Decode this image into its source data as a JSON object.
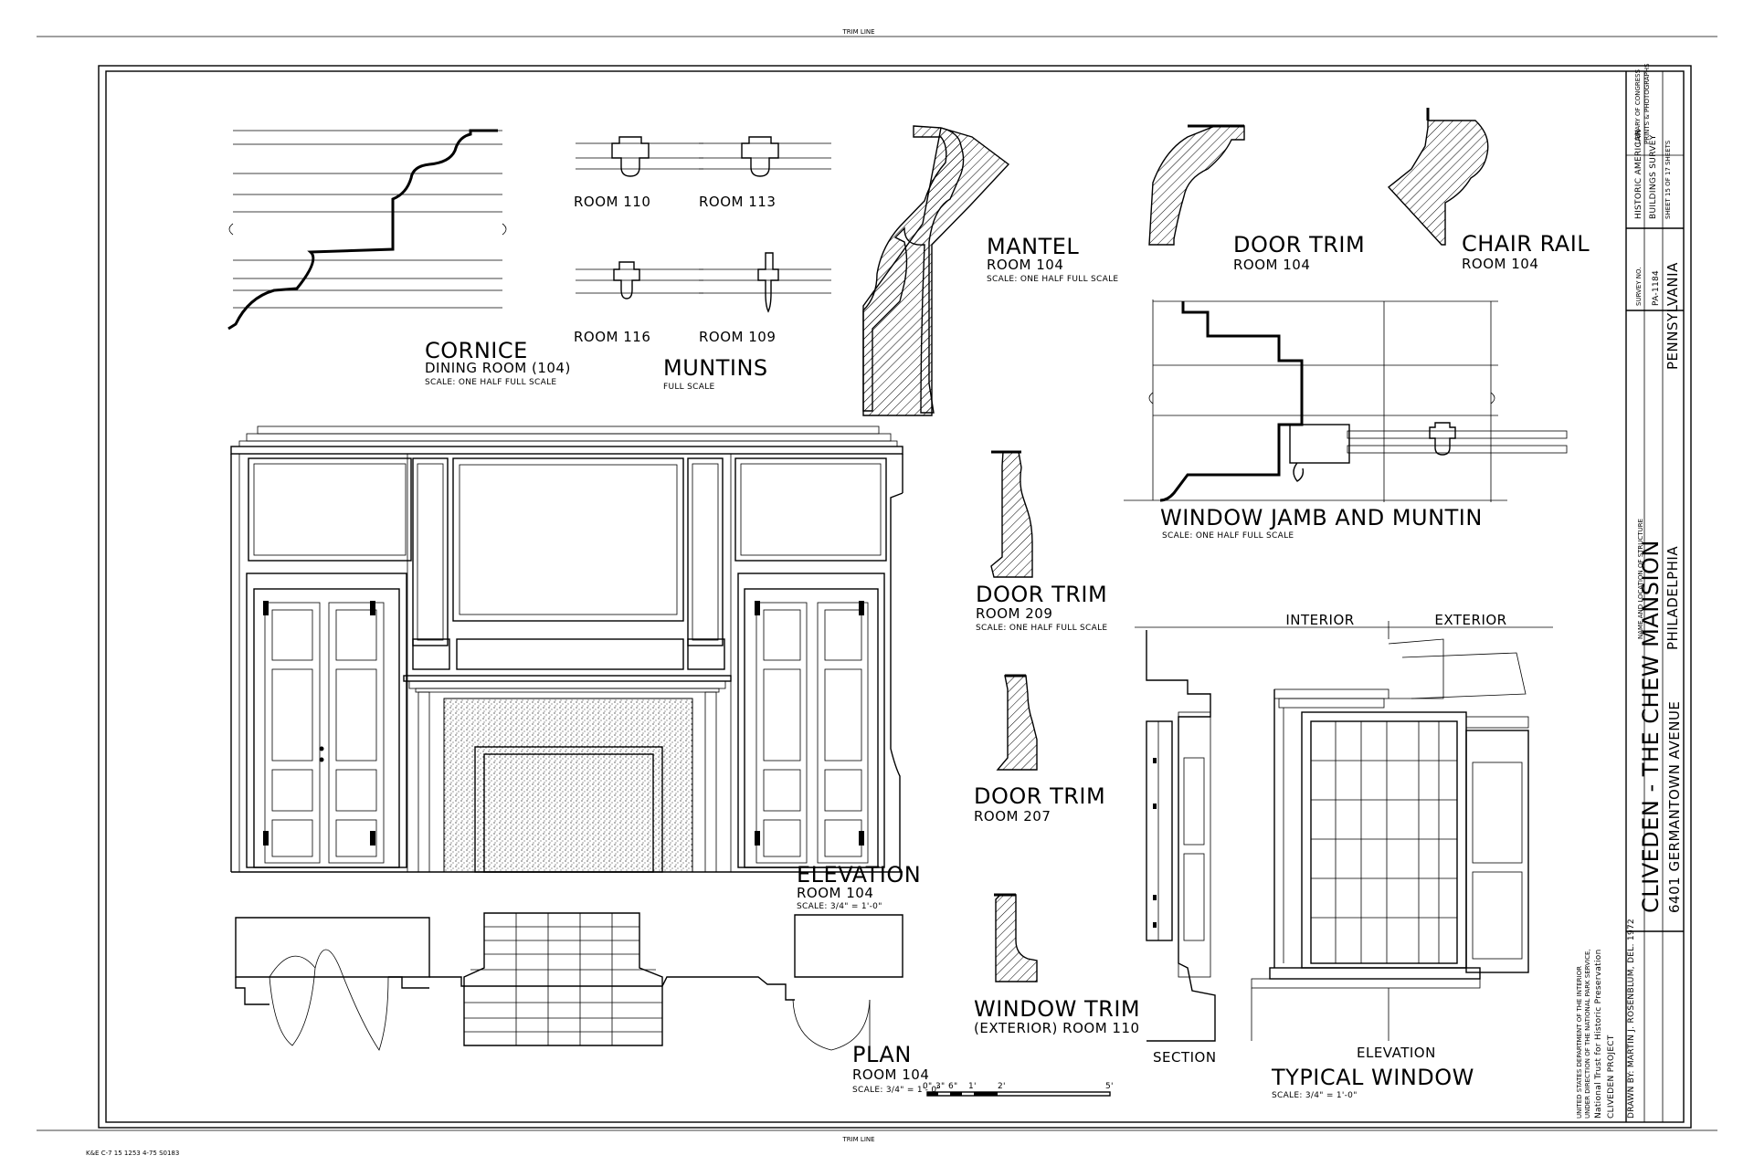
{
  "sheet": {
    "trim_line_top": "TRIM LINE",
    "trim_line_bottom": "TRIM LINE",
    "print_code": "K&E C-7  15 1253  4-75  S0183"
  },
  "details": {
    "cornice": {
      "title": "CORNICE",
      "room": "DINING ROOM (104)",
      "scale": "SCALE: ONE HALF FULL SCALE"
    },
    "muntins": {
      "title": "MUNTINS",
      "scale": "FULL SCALE",
      "rooms": [
        "ROOM 110",
        "ROOM 113",
        "ROOM 116",
        "ROOM 109"
      ]
    },
    "mantel": {
      "title": "MANTEL",
      "room": "ROOM 104",
      "scale": "SCALE: ONE HALF FULL SCALE"
    },
    "door_trim_104": {
      "title": "DOOR TRIM",
      "room": "ROOM 104"
    },
    "chair_rail": {
      "title": "CHAIR RAIL",
      "room": "ROOM 104"
    },
    "window_jamb": {
      "title": "WINDOW JAMB AND MUNTIN",
      "scale": "SCALE: ONE HALF FULL SCALE"
    },
    "door_trim_209": {
      "title": "DOOR TRIM",
      "room": "ROOM 209",
      "scale": "SCALE: ONE HALF FULL SCALE"
    },
    "door_trim_207": {
      "title": "DOOR TRIM",
      "room": "ROOM 207"
    },
    "window_trim": {
      "title": "WINDOW TRIM",
      "room": "(EXTERIOR) ROOM 110"
    },
    "elevation": {
      "title": "ELEVATION",
      "room": "ROOM 104",
      "scale": "SCALE: 3/4\" = 1'-0\""
    },
    "plan": {
      "title": "PLAN",
      "room": "ROOM 104",
      "scale": "SCALE: 3/4\" = 1'- 0\""
    },
    "typical_window": {
      "title": "TYPICAL WINDOW",
      "scale": "SCALE: 3/4\" = 1'-0\"",
      "interior": "INTERIOR",
      "exterior": "EXTERIOR",
      "section": "SECTION",
      "elevation": "ELEVATION"
    },
    "scale_bar": {
      "labels": [
        "0\"",
        "3\"",
        "6\"",
        "1'",
        "2'",
        "5'"
      ]
    }
  },
  "title_block": {
    "name_label": "NAME AND LOCATION OF STRUCTURE",
    "building_name": "CLIVEDEN - THE CHEW MANSION",
    "address": "6401 GERMANTOWN AVENUE",
    "city": "PHILADELPHIA",
    "state": "PENNSYLVANIA",
    "survey_no_label": "SURVEY NO.",
    "survey_no": "PA-1184",
    "survey_name_1": "HISTORIC AMERICAN",
    "survey_name_2": "BUILDINGS SURVEY",
    "sheet_info": "SHEET 15 OF 17 SHEETS",
    "drawn_by": "DRAWN BY: MARTIN J. ROSENBLUM, DEL. 1972",
    "project": "CLIVEDEN   PROJECT",
    "trust": "National Trust for Historic Preservation",
    "direction": "UNDER DIRECTION OF THE NATIONAL PARK SERVICE,",
    "department": "UNITED STATES DEPARTMENT OF THE INTERIOR",
    "corner_note_1": "LIBRARY OF CONGRESS",
    "corner_note_2": "PRINTS & PHOTOGRAPHS"
  }
}
